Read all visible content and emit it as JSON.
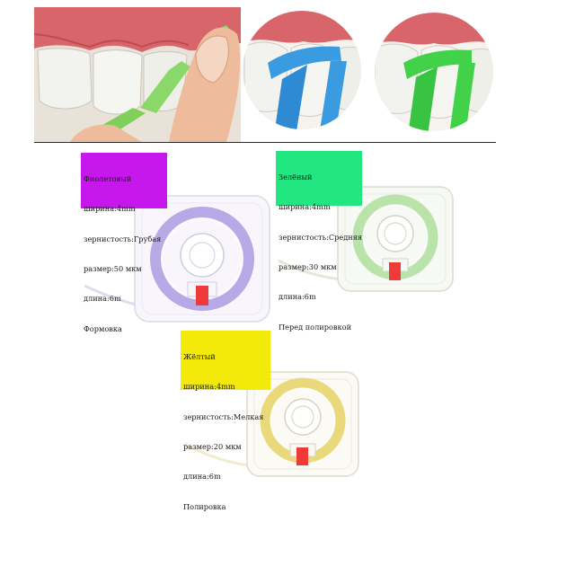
{
  "products": [
    {
      "id": "violet",
      "label_color": "#c617ec",
      "strip_color": "#b7a9e6",
      "lines": [
        "Фиолетовый",
        "ширина:4mm",
        "зернистость:Грубая",
        "размер:50 мкм",
        "длина:6m",
        "Формовка"
      ]
    },
    {
      "id": "green",
      "label_color": "#22e67f",
      "strip_color": "#b9e3a9",
      "lines": [
        "Зелёный",
        "ширина:4mm",
        "зернистость:Средняя",
        "размер:30 мкм",
        "длина:6m",
        "Перед полировкой"
      ]
    },
    {
      "id": "yellow",
      "label_color": "#f3ea0c",
      "strip_color": "#ead97a",
      "lines": [
        "Жёлтый",
        "ширина:4mm",
        "зернистость:Мелкая",
        "размер:20 мкм",
        "длина:6m",
        "Полировка"
      ]
    }
  ],
  "colors": {
    "gum": "#d8656a",
    "tooth": "#f2f2ee",
    "blue_strip": "#3a9be0",
    "green_strip": "#42d24a",
    "reel_slot": "#f03a3a"
  }
}
